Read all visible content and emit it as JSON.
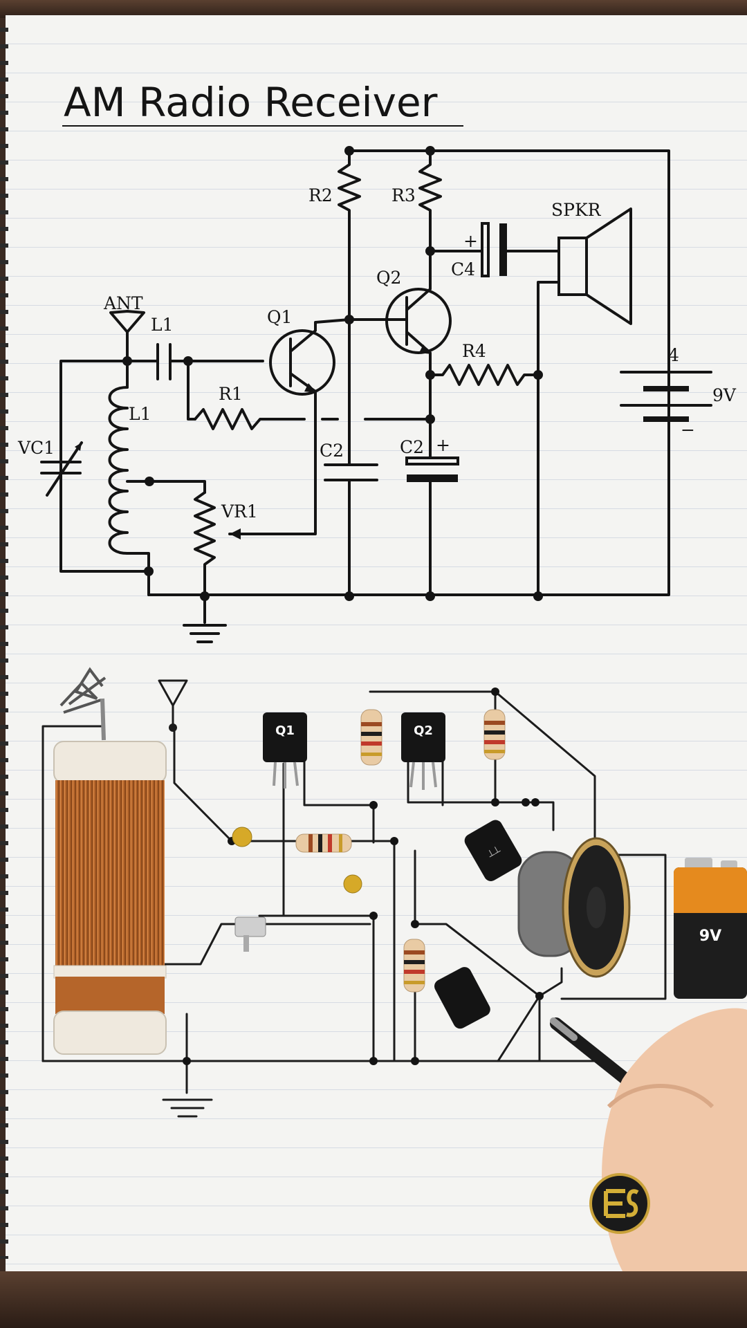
{
  "title": "AM Radio Receiver",
  "schematic_labels": {
    "antenna": "ANT",
    "l1_cap": "L1",
    "l1_coil": "L1",
    "vc1": "VC1",
    "q1": "Q1",
    "q2": "Q2",
    "r1": "R1",
    "r2": "R2",
    "r3": "R3",
    "r4": "R4",
    "c2_left": "C2",
    "c2_right": "C2",
    "c4": "C4",
    "vr1": "VR1",
    "speaker": "SPKR",
    "battery_num": "4",
    "battery_voltage": "9V",
    "plus_c4": "+",
    "plus_c2": "+",
    "minus_batt": "−"
  },
  "breadboard_labels": {
    "q1": "Q1",
    "q2": "Q2",
    "battery": "9V"
  },
  "colors": {
    "ink": "#141414",
    "paper": "#f4f4f2",
    "copper": "#b5652a",
    "battery_orange": "#e58a1e",
    "battery_black": "#1d1d1d"
  }
}
